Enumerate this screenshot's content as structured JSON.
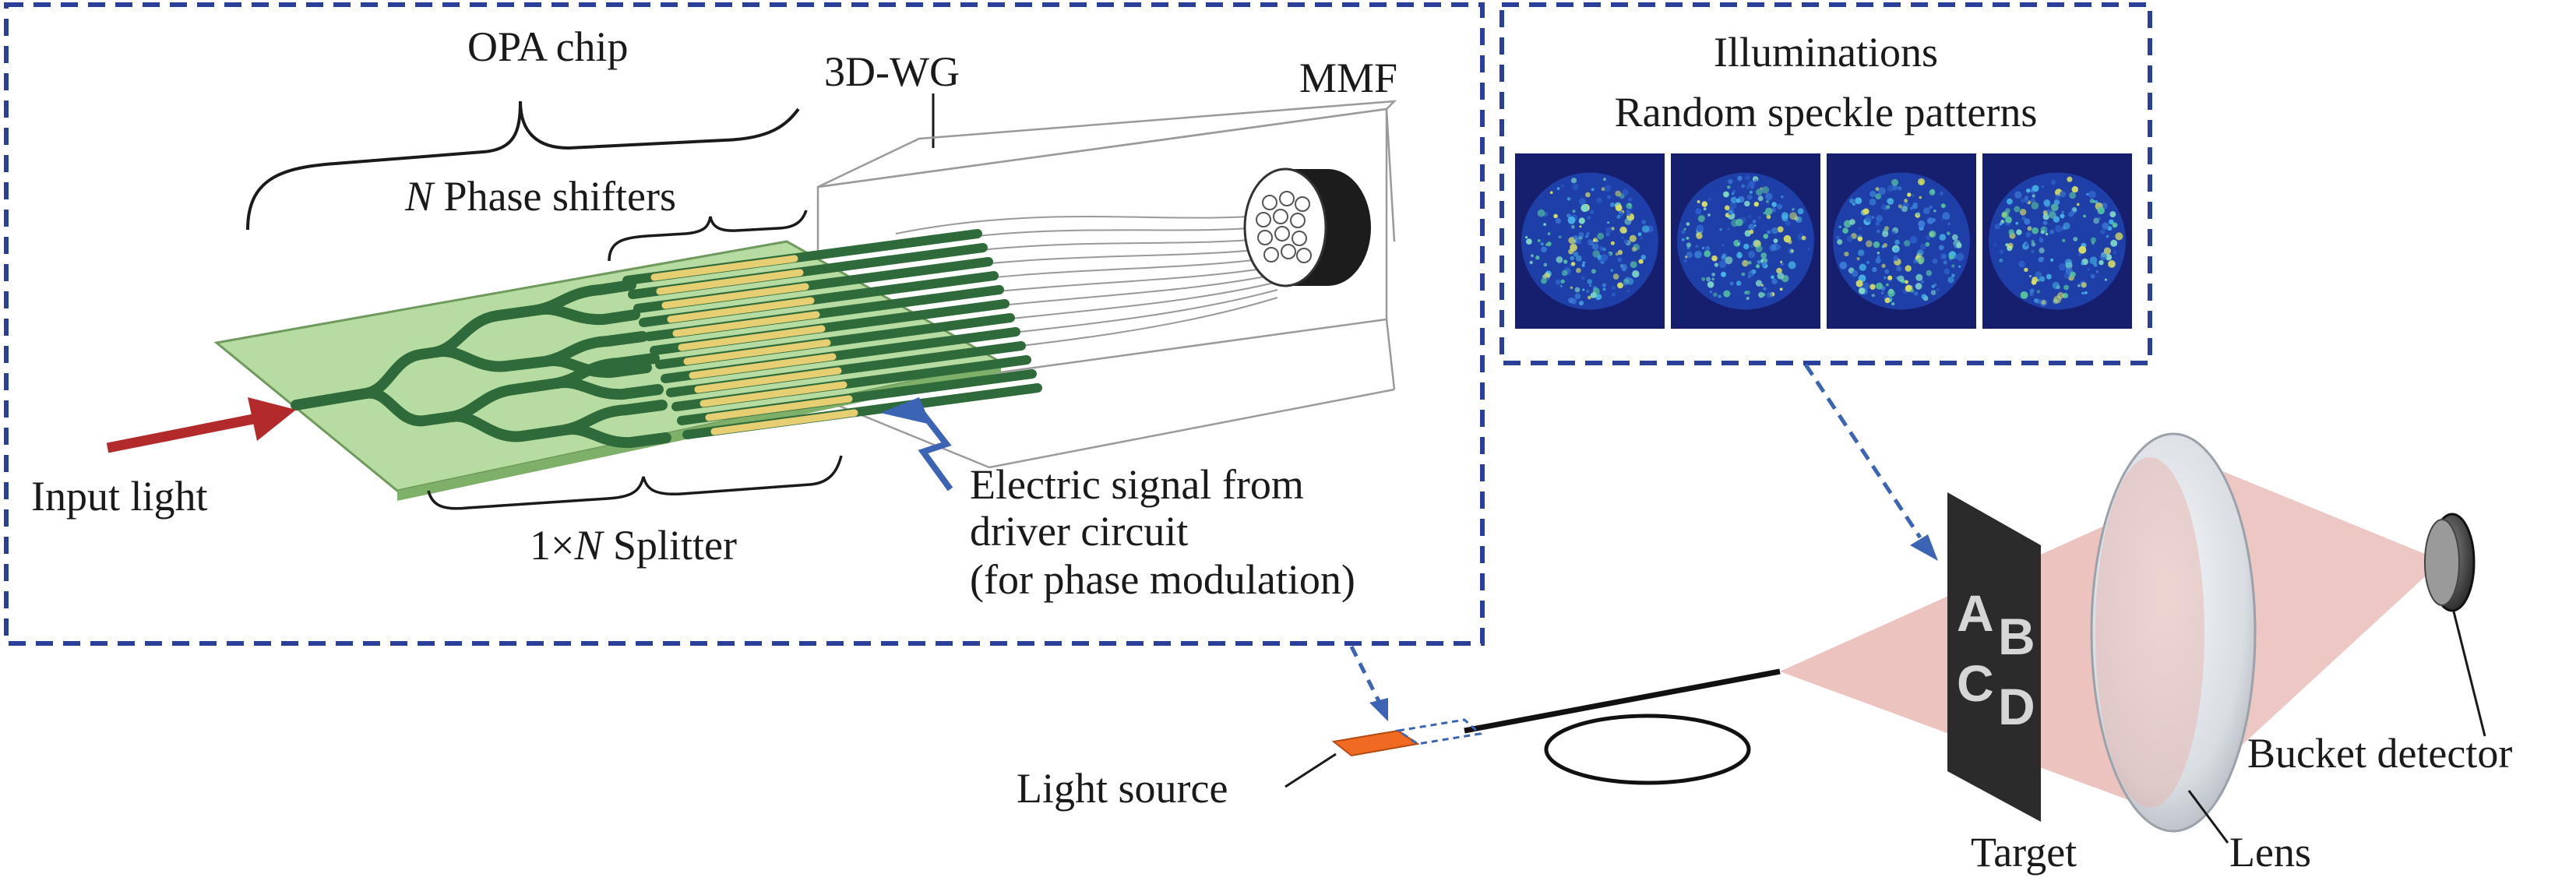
{
  "labels": {
    "opa_chip": "OPA chip",
    "wg3d": "3D-WG",
    "mmf": "MMF",
    "phase_shifters_n": "N",
    "phase_shifters_text": " Phase shifters",
    "input_light": "Input light",
    "splitter_prefix": "1×",
    "splitter_n": "N",
    "splitter_suffix": " Splitter",
    "electric_line1": "Electric signal from",
    "electric_line2": "driver circuit",
    "electric_line3": "(for phase modulation)",
    "illum_title1": "Illuminations",
    "illum_title2": "Random speckle patterns",
    "light_source": "Light source",
    "target": "Target",
    "lens": "Lens",
    "bucket_detector": "Bucket detector",
    "letter_a": "A",
    "letter_b": "B",
    "letter_c": "C",
    "letter_d": "D"
  },
  "speckle_panels": [
    {
      "name": "speckle-pattern-1"
    },
    {
      "name": "speckle-pattern-2"
    },
    {
      "name": "speckle-pattern-3"
    },
    {
      "name": "speckle-pattern-4"
    }
  ],
  "colors": {
    "inset_border": "#2a3f9a",
    "chip_board": "#b7dca1",
    "waveguide": "#2f6b3a",
    "phase_shifter": "#e6cf72",
    "input_arrow": "#b22a2a",
    "signal_arrow": "#3b64b5",
    "light_source": "#f06a22",
    "beam": "#e9b9b4",
    "speckle_bg": "#1f2f8f"
  }
}
